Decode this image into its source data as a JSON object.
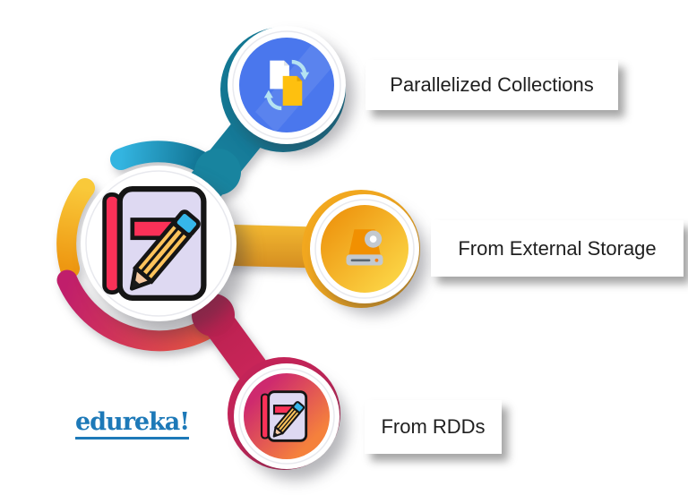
{
  "hub": {
    "icon": "notebook-pencil-icon"
  },
  "nodes": [
    {
      "id": "parallelized-collections",
      "label": "Parallelized Collections",
      "icon": "file-transfer-icon"
    },
    {
      "id": "from-external-storage",
      "label": "From External Storage",
      "icon": "hard-drive-disk-icon"
    },
    {
      "id": "from-rdds",
      "label": "From RDDs",
      "icon": "notebook-pencil-icon"
    }
  ],
  "logo": {
    "text": "edureka!"
  },
  "colors": {
    "icon_outline": "#151515",
    "notebook_cover": "#ded9f2",
    "notebook_red": "#fb3158",
    "pencil_yellow": "#fdc35b",
    "pencil_wood": "#f6c9a2",
    "pencil_cap": "#36b7ea",
    "pencil_lead": "#1b1b1b",
    "node_blue": "#4a77ed",
    "doc_white": "#ffffff",
    "doc_fold": "#dfe4ea",
    "doc_yellow": "#fec00f",
    "doc_yellow_fold": "#e0a400",
    "arrow_blue": "#b5e3f2",
    "drive_orange": "#f19001",
    "drive_gray": "#c3c9cf",
    "drive_slot": "#5b6670",
    "drive_led": "#f57f17",
    "teal_arc_light": "#33b4e0",
    "teal_arc_dark": "#0e6e8c",
    "yellow_arc_light": "#f9c93a",
    "yellow_arc_dark": "#ee9711",
    "pink_arc_start": "#c01e6b",
    "pink_arc_end": "#e85540",
    "teal_conn_light": "#18849f",
    "teal_conn_dark": "#10678a",
    "orange_conn_light": "#f6bd33",
    "orange_conn_dark": "#cd831c",
    "red_conn_start": "#ba2150",
    "red_conn_end": "#d62960",
    "ring_teal": "#147894",
    "ring_orange": "#f2a81f",
    "ring_red": "#c32458",
    "node_orange_dark": "#ee9610",
    "node_orange_light": "#fbd344",
    "node_pink": "#ce2a6e",
    "node_pink_orange": "#f5813c",
    "circle_white": "#ffffff",
    "inner_ring": "#e8e9ee",
    "label_text": "#1f1f1f",
    "label_bg": "#ffffff",
    "logo_blue": "#1d79b8"
  }
}
